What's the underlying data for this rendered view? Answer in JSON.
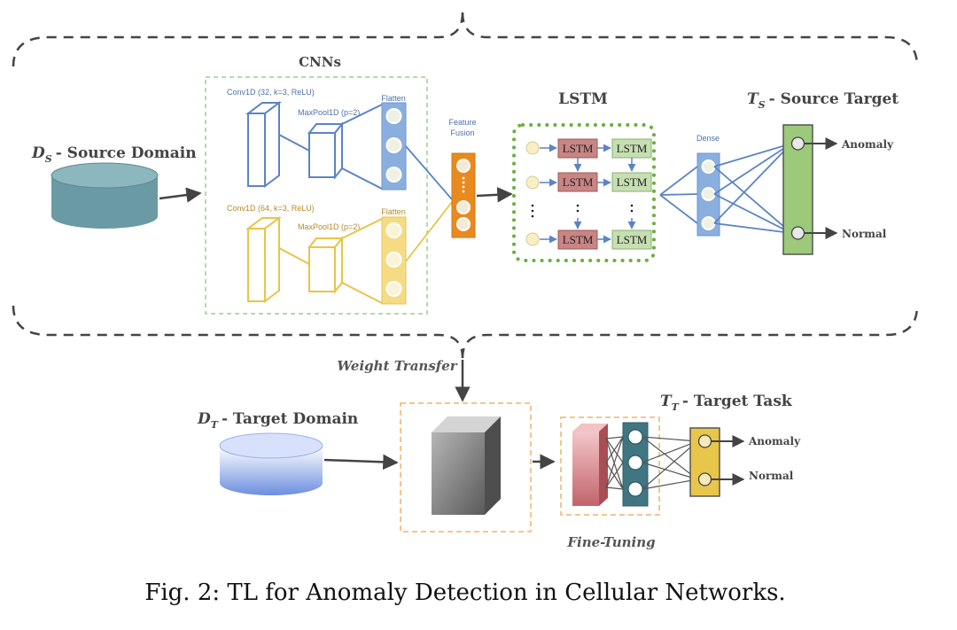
{
  "source": {
    "cnn_title": "CNNs",
    "domain_sym": "D",
    "domain_sub": "S",
    "domain_text": "- Source Domain",
    "conv_blue": "Conv1D (32, k=3, ReLU)",
    "pool_blue": "MaxPool1D (p=2)",
    "flatten_blue": "Flatten",
    "conv_yellow": "Conv1D (64, k=3, ReLU)",
    "pool_yellow": "MaxPool1D (p=2)",
    "flatten_yellow": "Flatten",
    "fusion_line1": "Feature",
    "fusion_line2": "Fusion",
    "lstm_title": "LSTM",
    "lstm_cell": "LSTM",
    "dense_label": "Dense",
    "target_sym": "T",
    "target_sub": "S",
    "target_text": "- Source Target",
    "out_anomaly": "Anomaly",
    "out_normal": "Normal"
  },
  "transfer": {
    "label": "Weight Transfer"
  },
  "target": {
    "domain_sym": "D",
    "domain_sub": "T",
    "domain_text": "- Target Domain",
    "task_sym": "T",
    "task_sub": "T",
    "task_text": "- Target Task",
    "fine_tuning": "Fine-Tuning",
    "out_anomaly": "Anomaly",
    "out_normal": "Normal"
  },
  "caption": "Fig. 2: TL for Anomaly Detection in Cellular Networks.",
  "colors": {
    "blue": "#5b84c4",
    "blue_fill": "#8aaede",
    "yellow": "#e8c448",
    "yellow_fill": "#f5dc84",
    "orange": "#e98a1f",
    "green_dot": "#6aae3f",
    "green_box": "#9cc97a",
    "lstm_red": "#c98484",
    "lstm_green": "#c6dfb0",
    "teal_db": "#6a9aa3",
    "crimson_block": "#c2636b",
    "dense_teal": "#3f7681",
    "gold_out": "#e8c64a"
  }
}
